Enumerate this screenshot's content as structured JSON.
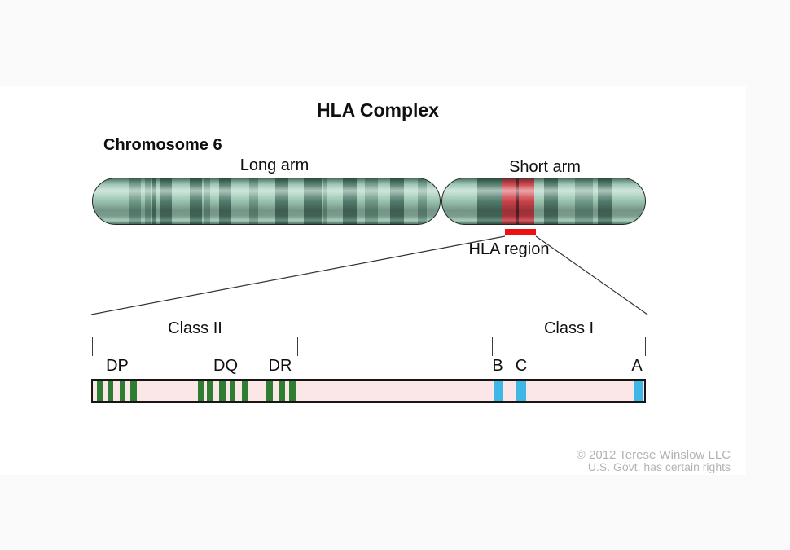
{
  "title": "HLA Complex",
  "chromosome": {
    "label": "Chromosome 6",
    "long_arm_label": "Long arm",
    "short_arm_label": "Short arm",
    "hla_region_label": "HLA region"
  },
  "map": {
    "class_ii_label": "Class II",
    "class_i_label": "Class I"
  },
  "genes": [
    {
      "label": "DP",
      "class": "II"
    },
    {
      "label": "DQ",
      "class": "II"
    },
    {
      "label": "DR",
      "class": "II"
    },
    {
      "label": "B",
      "class": "I"
    },
    {
      "label": "C",
      "class": "I"
    },
    {
      "label": "A",
      "class": "I"
    }
  ],
  "copyright": {
    "line1": "© 2012 Terese Winslow LLC",
    "line2": "U.S. Govt. has certain rights"
  },
  "colors": {
    "background": "#fafafa",
    "canvas": "#ffffff",
    "chromosome_base": "#9dc8b4",
    "band_medium": "#719e8b",
    "band_dark": "#527e6d",
    "hla_band_red": "#d0434b",
    "hla_band_divider": "#6b242b",
    "hla_marker_red": "#ee1111",
    "bar_pink": "#fbe7e7",
    "gene_green": "#2e7d32",
    "gene_blue": "#3eb6e6",
    "text": "#0f0f0f",
    "copyright_gray": "#b3b3b3"
  },
  "diagram": {
    "long_arm_bands": [
      [
        44,
        15,
        "m"
      ],
      [
        64,
        7,
        "m"
      ],
      [
        73,
        4,
        "d"
      ],
      [
        82,
        15,
        "d"
      ],
      [
        119,
        15,
        "d"
      ],
      [
        137,
        7,
        "m"
      ],
      [
        155,
        15,
        "d"
      ],
      [
        192,
        11,
        "m"
      ],
      [
        224,
        16,
        "d"
      ],
      [
        259,
        22,
        "d"
      ],
      [
        283,
        5,
        "m"
      ],
      [
        307,
        17,
        "d"
      ],
      [
        334,
        16,
        "m"
      ],
      [
        365,
        17,
        "d"
      ],
      [
        399,
        11,
        "m"
      ]
    ],
    "short_arm_bands": [
      [
        43,
        30,
        "d"
      ],
      [
        73,
        18,
        "red"
      ],
      [
        91,
        3,
        "redline"
      ],
      [
        94,
        19,
        "red"
      ],
      [
        125,
        17,
        "d"
      ],
      [
        163,
        22,
        "m"
      ],
      [
        191,
        17,
        "d"
      ]
    ],
    "gene_stripes": [
      {
        "gene": "DP",
        "color": "green",
        "stripes": [
          [
            5,
            8
          ],
          [
            18,
            7
          ],
          [
            33,
            7
          ],
          [
            46,
            8
          ]
        ]
      },
      {
        "gene": "DQ",
        "color": "green",
        "stripes": [
          [
            129,
            7
          ],
          [
            140,
            8
          ],
          [
            155,
            8
          ],
          [
            168,
            7
          ],
          [
            183,
            8
          ]
        ]
      },
      {
        "gene": "DR",
        "color": "green",
        "stripes": [
          [
            213,
            8
          ],
          [
            229,
            7
          ],
          [
            241,
            8
          ]
        ]
      },
      {
        "gene": "B",
        "color": "blue",
        "stripes": [
          [
            492,
            12
          ]
        ]
      },
      {
        "gene": "C",
        "color": "blue",
        "stripes": [
          [
            519,
            13
          ]
        ]
      },
      {
        "gene": "A",
        "color": "blue",
        "stripes": [
          [
            664,
            12
          ]
        ]
      }
    ]
  }
}
